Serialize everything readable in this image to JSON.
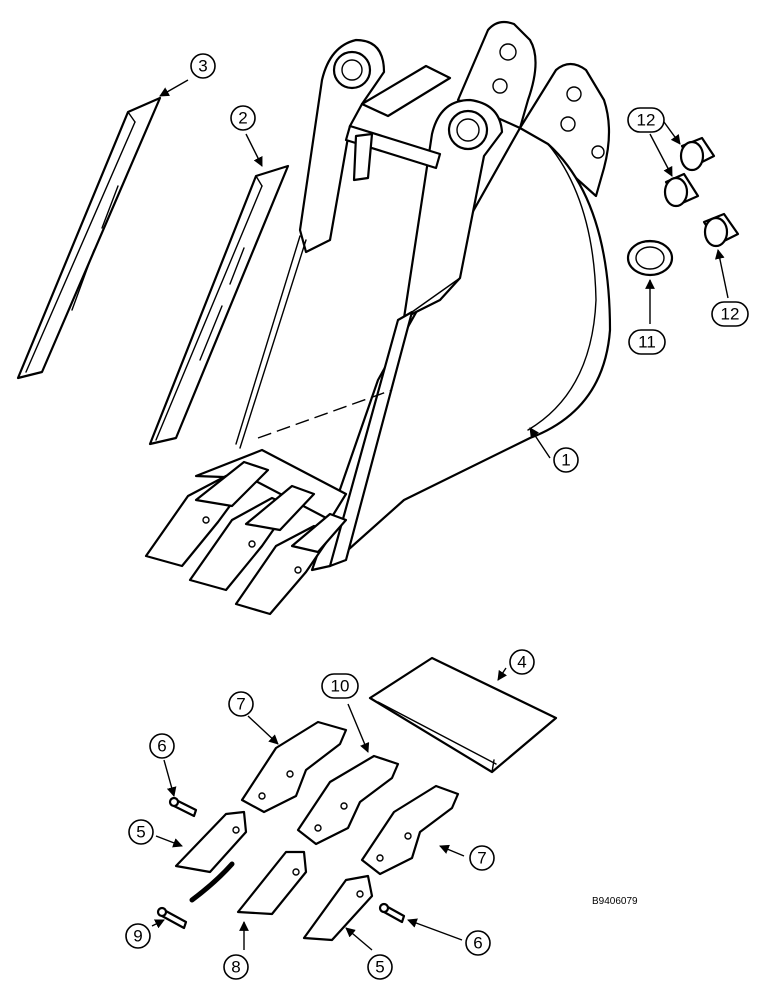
{
  "figure_id": "B9406079",
  "callouts": [
    {
      "id": "c1",
      "label": "1"
    },
    {
      "id": "c2",
      "label": "2"
    },
    {
      "id": "c3",
      "label": "3"
    },
    {
      "id": "c4",
      "label": "4"
    },
    {
      "id": "c5a",
      "label": "5"
    },
    {
      "id": "c5b",
      "label": "5"
    },
    {
      "id": "c6a",
      "label": "6"
    },
    {
      "id": "c6b",
      "label": "6"
    },
    {
      "id": "c7a",
      "label": "7"
    },
    {
      "id": "c7b",
      "label": "7"
    },
    {
      "id": "c8",
      "label": "8"
    },
    {
      "id": "c9",
      "label": "9"
    },
    {
      "id": "c10",
      "label": "10"
    },
    {
      "id": "c11",
      "label": "11"
    },
    {
      "id": "c12a",
      "label": "12"
    },
    {
      "id": "c12b",
      "label": "12"
    }
  ]
}
